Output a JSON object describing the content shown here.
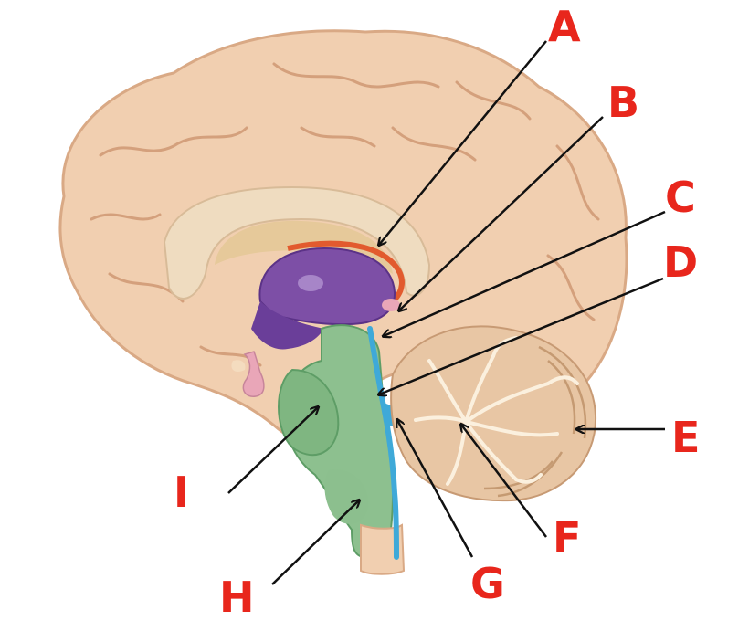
{
  "colors": {
    "cortex": "#f1cfb0",
    "cortex_shadow": "#d9a985",
    "corpus_callosum": "#efdcc0",
    "ventricle": "#e6c99a",
    "thalamus": "#7d4fa6",
    "thalamus_dark": "#5b3287",
    "brainstem": "#8dc08f",
    "brainstem_dark": "#5e9d66",
    "aqueduct": "#3fa9d8",
    "cerebellum": "#e8c6a4",
    "arbor_vitae": "#fbf0de",
    "pink": "#e9a6b8",
    "choroid": "#e25a2e",
    "label_red": "#e8261c",
    "arrow": "#111111"
  },
  "labels": [
    {
      "id": "A",
      "text": "A"
    },
    {
      "id": "B",
      "text": "B"
    },
    {
      "id": "C",
      "text": "C"
    },
    {
      "id": "D",
      "text": "D"
    },
    {
      "id": "E",
      "text": "E"
    },
    {
      "id": "F",
      "text": "F"
    },
    {
      "id": "G",
      "text": "G"
    },
    {
      "id": "H",
      "text": "H"
    },
    {
      "id": "I",
      "text": "I"
    }
  ]
}
